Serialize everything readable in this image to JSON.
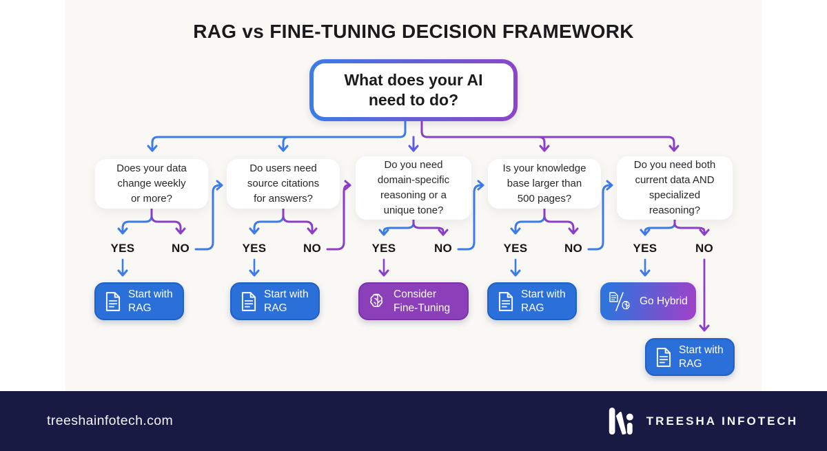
{
  "title": "RAG vs FINE-TUNING DECISION FRAMEWORK",
  "root": {
    "question": "What does your AI\nneed to do?"
  },
  "branches": [
    {
      "question": "Does your data\nchange weekly\nor more?",
      "yes": "YES",
      "no": "NO",
      "result": {
        "label": "Start with RAG",
        "icon": "document"
      }
    },
    {
      "question": "Do users need\nsource citations\nfor answers?",
      "yes": "YES",
      "no": "NO",
      "result": {
        "label": "Start with RAG",
        "icon": "document"
      }
    },
    {
      "question": "Do you need\ndomain-specific\nreasoning or a\nunique tone?",
      "yes": "YES",
      "no": "NO",
      "result": {
        "label": "Consider Fine-Tuning",
        "icon": "brain"
      }
    },
    {
      "question": "Is your knowledge\nbase larger than\n500 pages?",
      "yes": "YES",
      "no": "NO",
      "result": {
        "label": "Start with RAG",
        "icon": "document"
      }
    },
    {
      "question": "Do you need both\ncurrent data AND\nspecialized\nreasoning?",
      "yes": "YES",
      "no": "NO",
      "result": {
        "label": "Go Hybrid",
        "icon": "hybrid"
      },
      "no_result": {
        "label": "Start with RAG",
        "icon": "document"
      }
    }
  ],
  "footer": {
    "website": "treeshainfotech.com",
    "brand": "TREESHA INFOTECH"
  },
  "colors": {
    "yes_path_blue": "#3b7ce8",
    "no_path_purple": "#8b3fc6",
    "center_indigo": "#5d5be0",
    "result_blue": "#2b6fd9",
    "result_purple": "#8b40ba",
    "hybrid_gradient_start": "#2f74dc",
    "hybrid_gradient_end": "#9c43c9",
    "footer_navy": "#181a43",
    "canvas_bg": "#faf8f4"
  }
}
